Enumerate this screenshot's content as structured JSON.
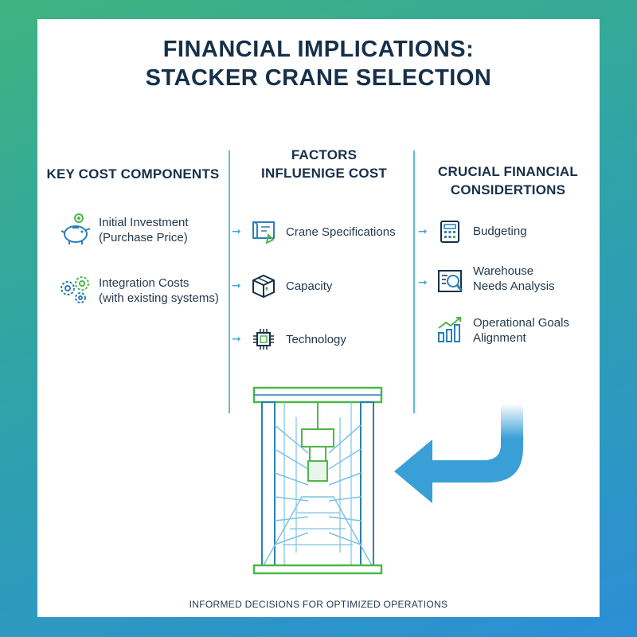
{
  "title": {
    "line1": "FINANCIAL IMPLICATIONS:",
    "line2": "STACKER CRANE SELECTION"
  },
  "columns": {
    "left": {
      "heading": "KEY COST COMPONENTS",
      "items": [
        {
          "line1": "Initial Investment",
          "line2": "(Purchase Price)",
          "icon": "piggy-bank-icon"
        },
        {
          "line1": "Integration Costs",
          "line2": "(with existing systems)",
          "icon": "gears-icon"
        }
      ]
    },
    "middle": {
      "heading_line1": "FACTORS",
      "heading_line2": "INFLUENIGE COST",
      "items": [
        {
          "label": "Crane Specifications",
          "icon": "blueprint-icon"
        },
        {
          "label": "Capacity",
          "icon": "box-icon"
        },
        {
          "label": "Technology",
          "icon": "chip-icon"
        }
      ]
    },
    "right": {
      "heading_line1": "CRUCIAL FINANCIAL",
      "heading_line2": "CONSIDERTIONS",
      "items": [
        {
          "line1": "Budgeting",
          "line2": "",
          "icon": "calculator-icon"
        },
        {
          "line1": "Warehouse",
          "line2": "Needs Analysis",
          "icon": "document-search-icon"
        },
        {
          "line1": "Operational Goals",
          "line2": "Alignment",
          "icon": "growth-chart-icon"
        }
      ]
    }
  },
  "footer": "INFORMED DECISIONS FOR OPTIMIZED OPERATIONS",
  "colors": {
    "heading": "#16304a",
    "line": "#5fbfd0",
    "icon_blue": "#2a7fb8",
    "icon_green": "#4cb84a",
    "big_arrow": "#3a9fd6"
  }
}
